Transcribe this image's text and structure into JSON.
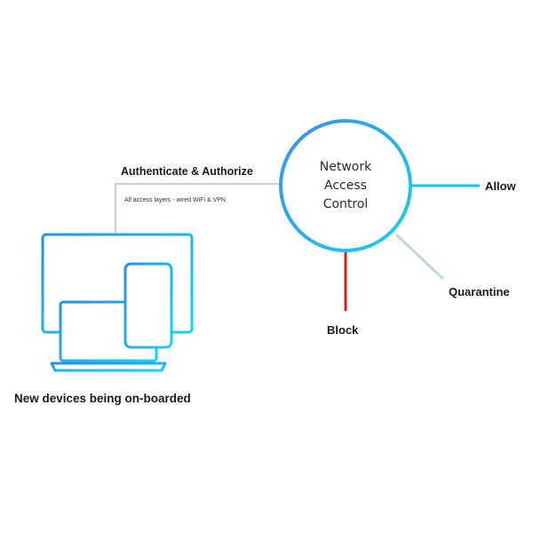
{
  "diagram": {
    "auth_label": "Authenticate & Authorize",
    "access_layers_label": "All access layers - wired WiFi & VPN",
    "nac": {
      "line1": "Network",
      "line2": "Access",
      "line3": "Control"
    },
    "outcomes": {
      "allow": "Allow",
      "quarantine": "Quarantine",
      "block": "Block"
    },
    "devices_caption": "New devices being on-boarded"
  },
  "colors": {
    "device_gradient_start": "#2a9ee8",
    "device_gradient_end": "#19d0e8",
    "allow_line": "#1ec0e0",
    "quarantine_line": "#c4d6e0",
    "block_line": "#d81b1b",
    "connector_line": "#c2d2dc",
    "text": "#1a1a1a"
  }
}
